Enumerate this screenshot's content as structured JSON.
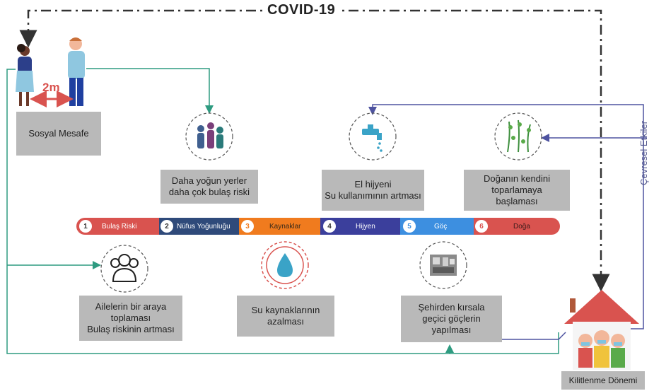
{
  "title": "COVID-19",
  "side_label": "Çevresel Etkiler",
  "distance_label": "2m",
  "boxes": {
    "social_distance": "Sosyal Mesafe",
    "crowded": "Daha yoğun yerler\ndaha çok bulaş riski",
    "hygiene": "El hijyeni\nSu kullanımının artması",
    "nature": "Doğanın kendini\ntoparlamaya\nbaşlaması",
    "families": "Ailelerin bir araya\ntoplaması\nBulaş riskinin artması",
    "water": "Su kaynaklarının\nazalması",
    "migration": "Şehirden kırsala\ngeçici göçlerin\nyapılması",
    "lockdown": "Kilitlenme Dönemi"
  },
  "timeline": [
    {
      "num": "1",
      "label": "Bulaş Riski",
      "color": "#d9534f"
    },
    {
      "num": "2",
      "label": "Nüfus Yoğunluğu",
      "color": "#2f4a7a"
    },
    {
      "num": "3",
      "label": "Kaynaklar",
      "color": "#f07b1e"
    },
    {
      "num": "4",
      "label": "Hijyen",
      "color": "#3b3f9c"
    },
    {
      "num": "5",
      "label": "Göç",
      "color": "#3d8fe0"
    },
    {
      "num": "6",
      "label": "Doğa",
      "color": "#d9534f"
    }
  ],
  "colors": {
    "green_arrow": "#2e9b80",
    "blue_arrow": "#4e53a0",
    "dash": "#333333"
  }
}
